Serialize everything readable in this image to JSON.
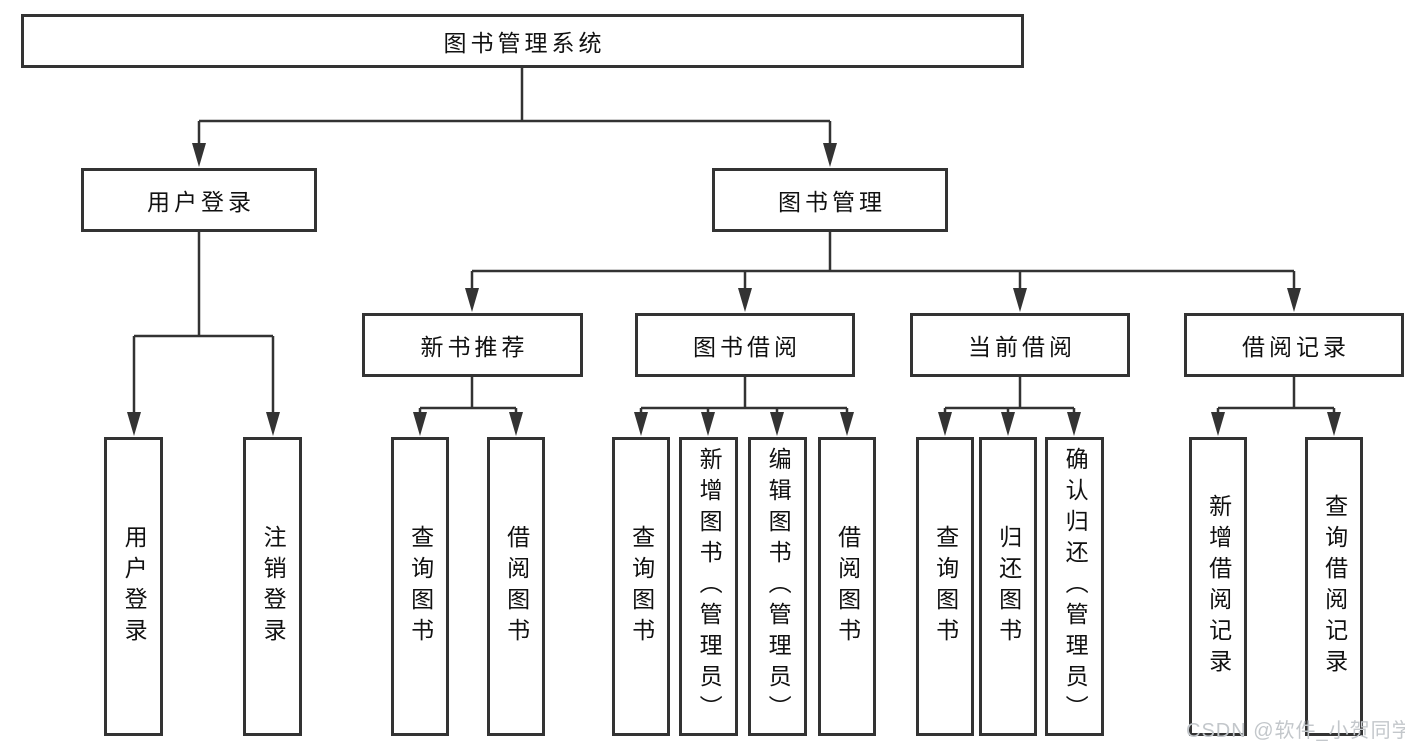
{
  "diagram": {
    "root": "图书管理系统",
    "branches": [
      {
        "label": "用户登录",
        "children": [
          "用户登录",
          "注销登录"
        ]
      },
      {
        "label": "图书管理",
        "sections": [
          {
            "label": "新书推荐",
            "children": [
              "查询图书",
              "借阅图书"
            ]
          },
          {
            "label": "图书借阅",
            "children": [
              "查询图书",
              "新增图书（管理员）",
              "编辑图书（管理员）",
              "借阅图书"
            ]
          },
          {
            "label": "当前借阅",
            "children": [
              "查询图书",
              "归还图书",
              "确认归还（管理员）"
            ]
          },
          {
            "label": "借阅记录",
            "children": [
              "新增借阅记录",
              "查询借阅记录"
            ]
          }
        ]
      }
    ]
  },
  "watermark": {
    "text": "CSDN @软件_小贺同学"
  },
  "colors": {
    "line": "#333333",
    "box_border": "#333333",
    "box_fill": "#ffffff",
    "text": "#111111",
    "watermark": "#c3c7cb",
    "background": "#ffffff"
  }
}
